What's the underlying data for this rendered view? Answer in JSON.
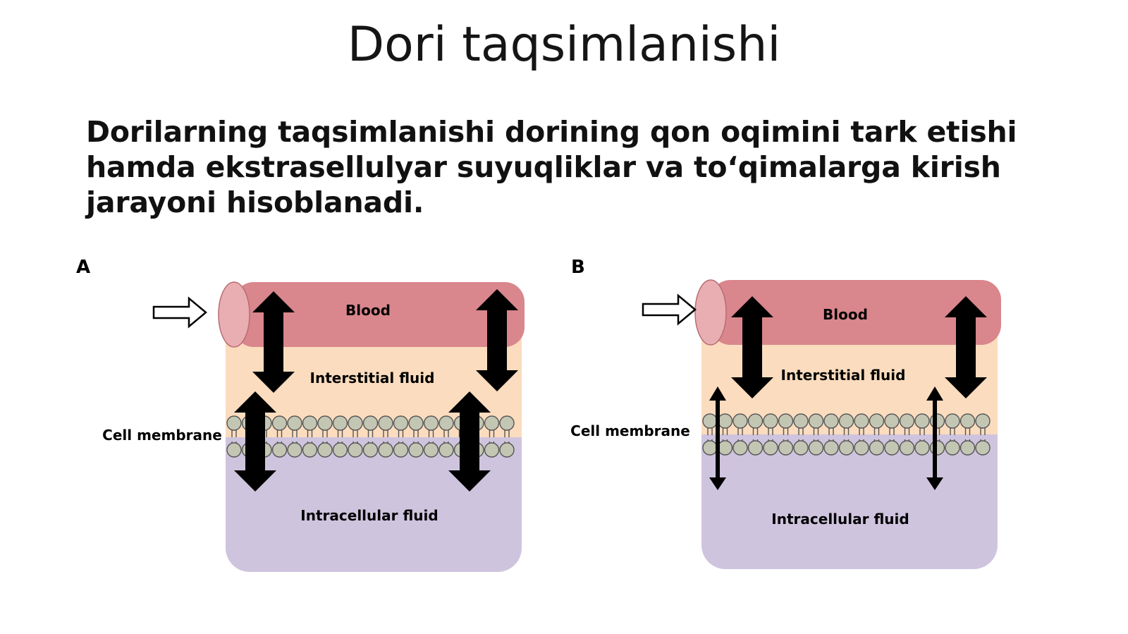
{
  "slide": {
    "title": "Dori taqsimlanishi",
    "body": "Dorilarning taqsimlanishi dorining qon oqimini tark etishi hamda ekstrasellulyar suyuqliklar va to‘qimalarga kirish jarayoni hisoblanadi."
  },
  "diagram": {
    "panels": [
      {
        "letter": "A",
        "cell_membrane_label": "Cell membrane",
        "blood_label": "Blood",
        "interstitial_label": "Interstitial fluid",
        "intracellular_label": "Intracellular fluid"
      },
      {
        "letter": "B",
        "cell_membrane_label": "Cell membrane",
        "blood_label": "Blood",
        "interstitial_label": "Interstitial fluid",
        "intracellular_label": "Intracellular fluid"
      }
    ],
    "colors": {
      "blood": "#d9868c",
      "blood_end": "#e9aeb2",
      "interstitial": "#fbdcbe",
      "intracellular": "#cfc4de",
      "membrane_head": "#c4c6b4",
      "arrow": "#000000"
    }
  }
}
